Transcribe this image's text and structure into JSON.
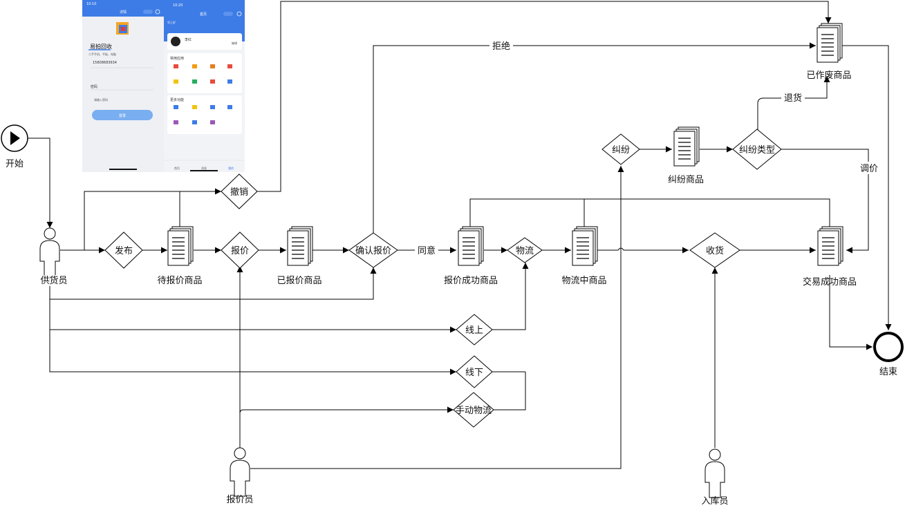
{
  "events": {
    "start": "开始",
    "end": "结束"
  },
  "actors": {
    "supplier": "供货员",
    "quoter": "报价员",
    "warehouse": "入库员"
  },
  "documents": {
    "pending_quote": "待报价商品",
    "quoted": "已报价商品",
    "quote_success": "报价成功商品",
    "in_logistics": "物流中商品",
    "deal_success": "交易成功商品",
    "voided": "已作废商品",
    "dispute": "纠纷商品"
  },
  "gateways": {
    "publish": "发布",
    "quote": "报价",
    "revoke": "撤销",
    "confirm_quote": "确认报价",
    "logistics": "物流",
    "online": "线上",
    "offline": "线下",
    "manual_logistics": "手动物流",
    "receive": "收货",
    "dispute": "纠纷",
    "dispute_type": "纠纷类型"
  },
  "edge_labels": {
    "reject": "拒绝",
    "agree": "同意",
    "return_goods": "退货",
    "adjust_price": "调价"
  },
  "phone_left": {
    "time": "10:10",
    "title": "详情",
    "heading": "易拍回收",
    "subtitle": "二手手机、平板、电脑",
    "phone_number": "15808683634",
    "password_label": "密码",
    "hint": "请输入密码",
    "login_button": "登录"
  },
  "phone_right": {
    "time": "10:20",
    "title": "首页",
    "greeting": "早上好",
    "user_name": "李红",
    "edit": "编辑",
    "section_common": "常用应用",
    "section_more": "更多功能",
    "tabs": [
      "首页",
      "消息",
      "我的"
    ]
  }
}
